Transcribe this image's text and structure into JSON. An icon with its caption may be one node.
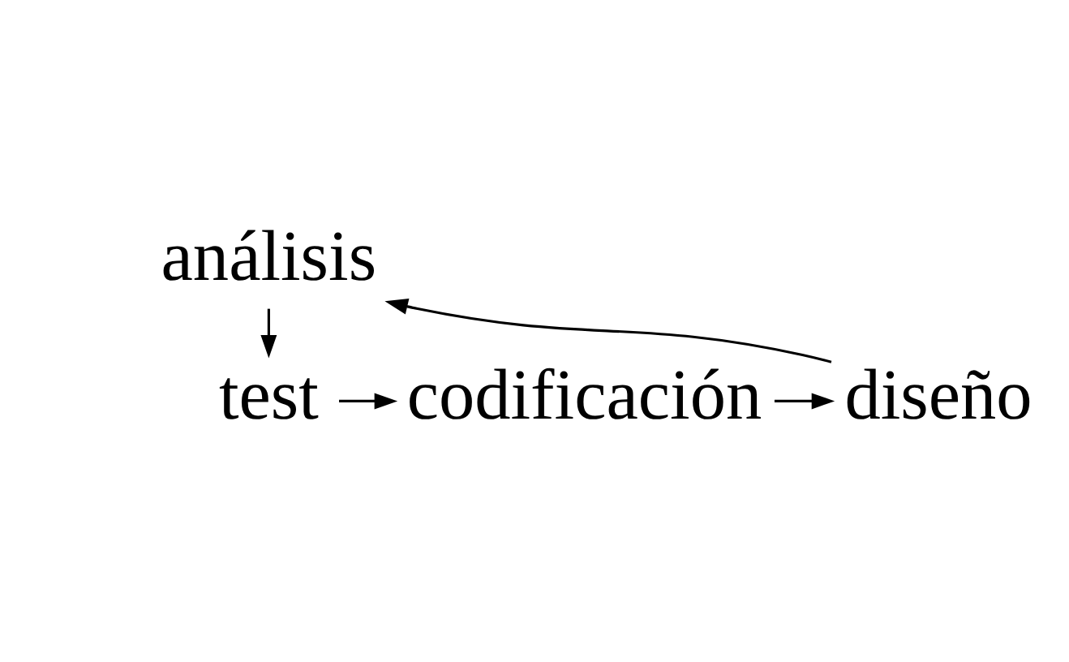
{
  "diagram": {
    "nodes": [
      {
        "text": [
          "análisis"
        ]
      },
      {
        "text": [
          "test"
        ]
      },
      {
        "text": [
          "codificación"
        ]
      },
      {
        "text": [
          "diseño"
        ]
      }
    ],
    "edges": [
      {
        "from": 0,
        "to": 1,
        "arrow": "to"
      },
      {
        "from": 1,
        "to": 2,
        "arrow": "to"
      },
      {
        "from": 2,
        "to": 3,
        "arrow": "to"
      },
      {
        "from": 3,
        "to": 0,
        "arrow": "to"
      }
    ]
  }
}
